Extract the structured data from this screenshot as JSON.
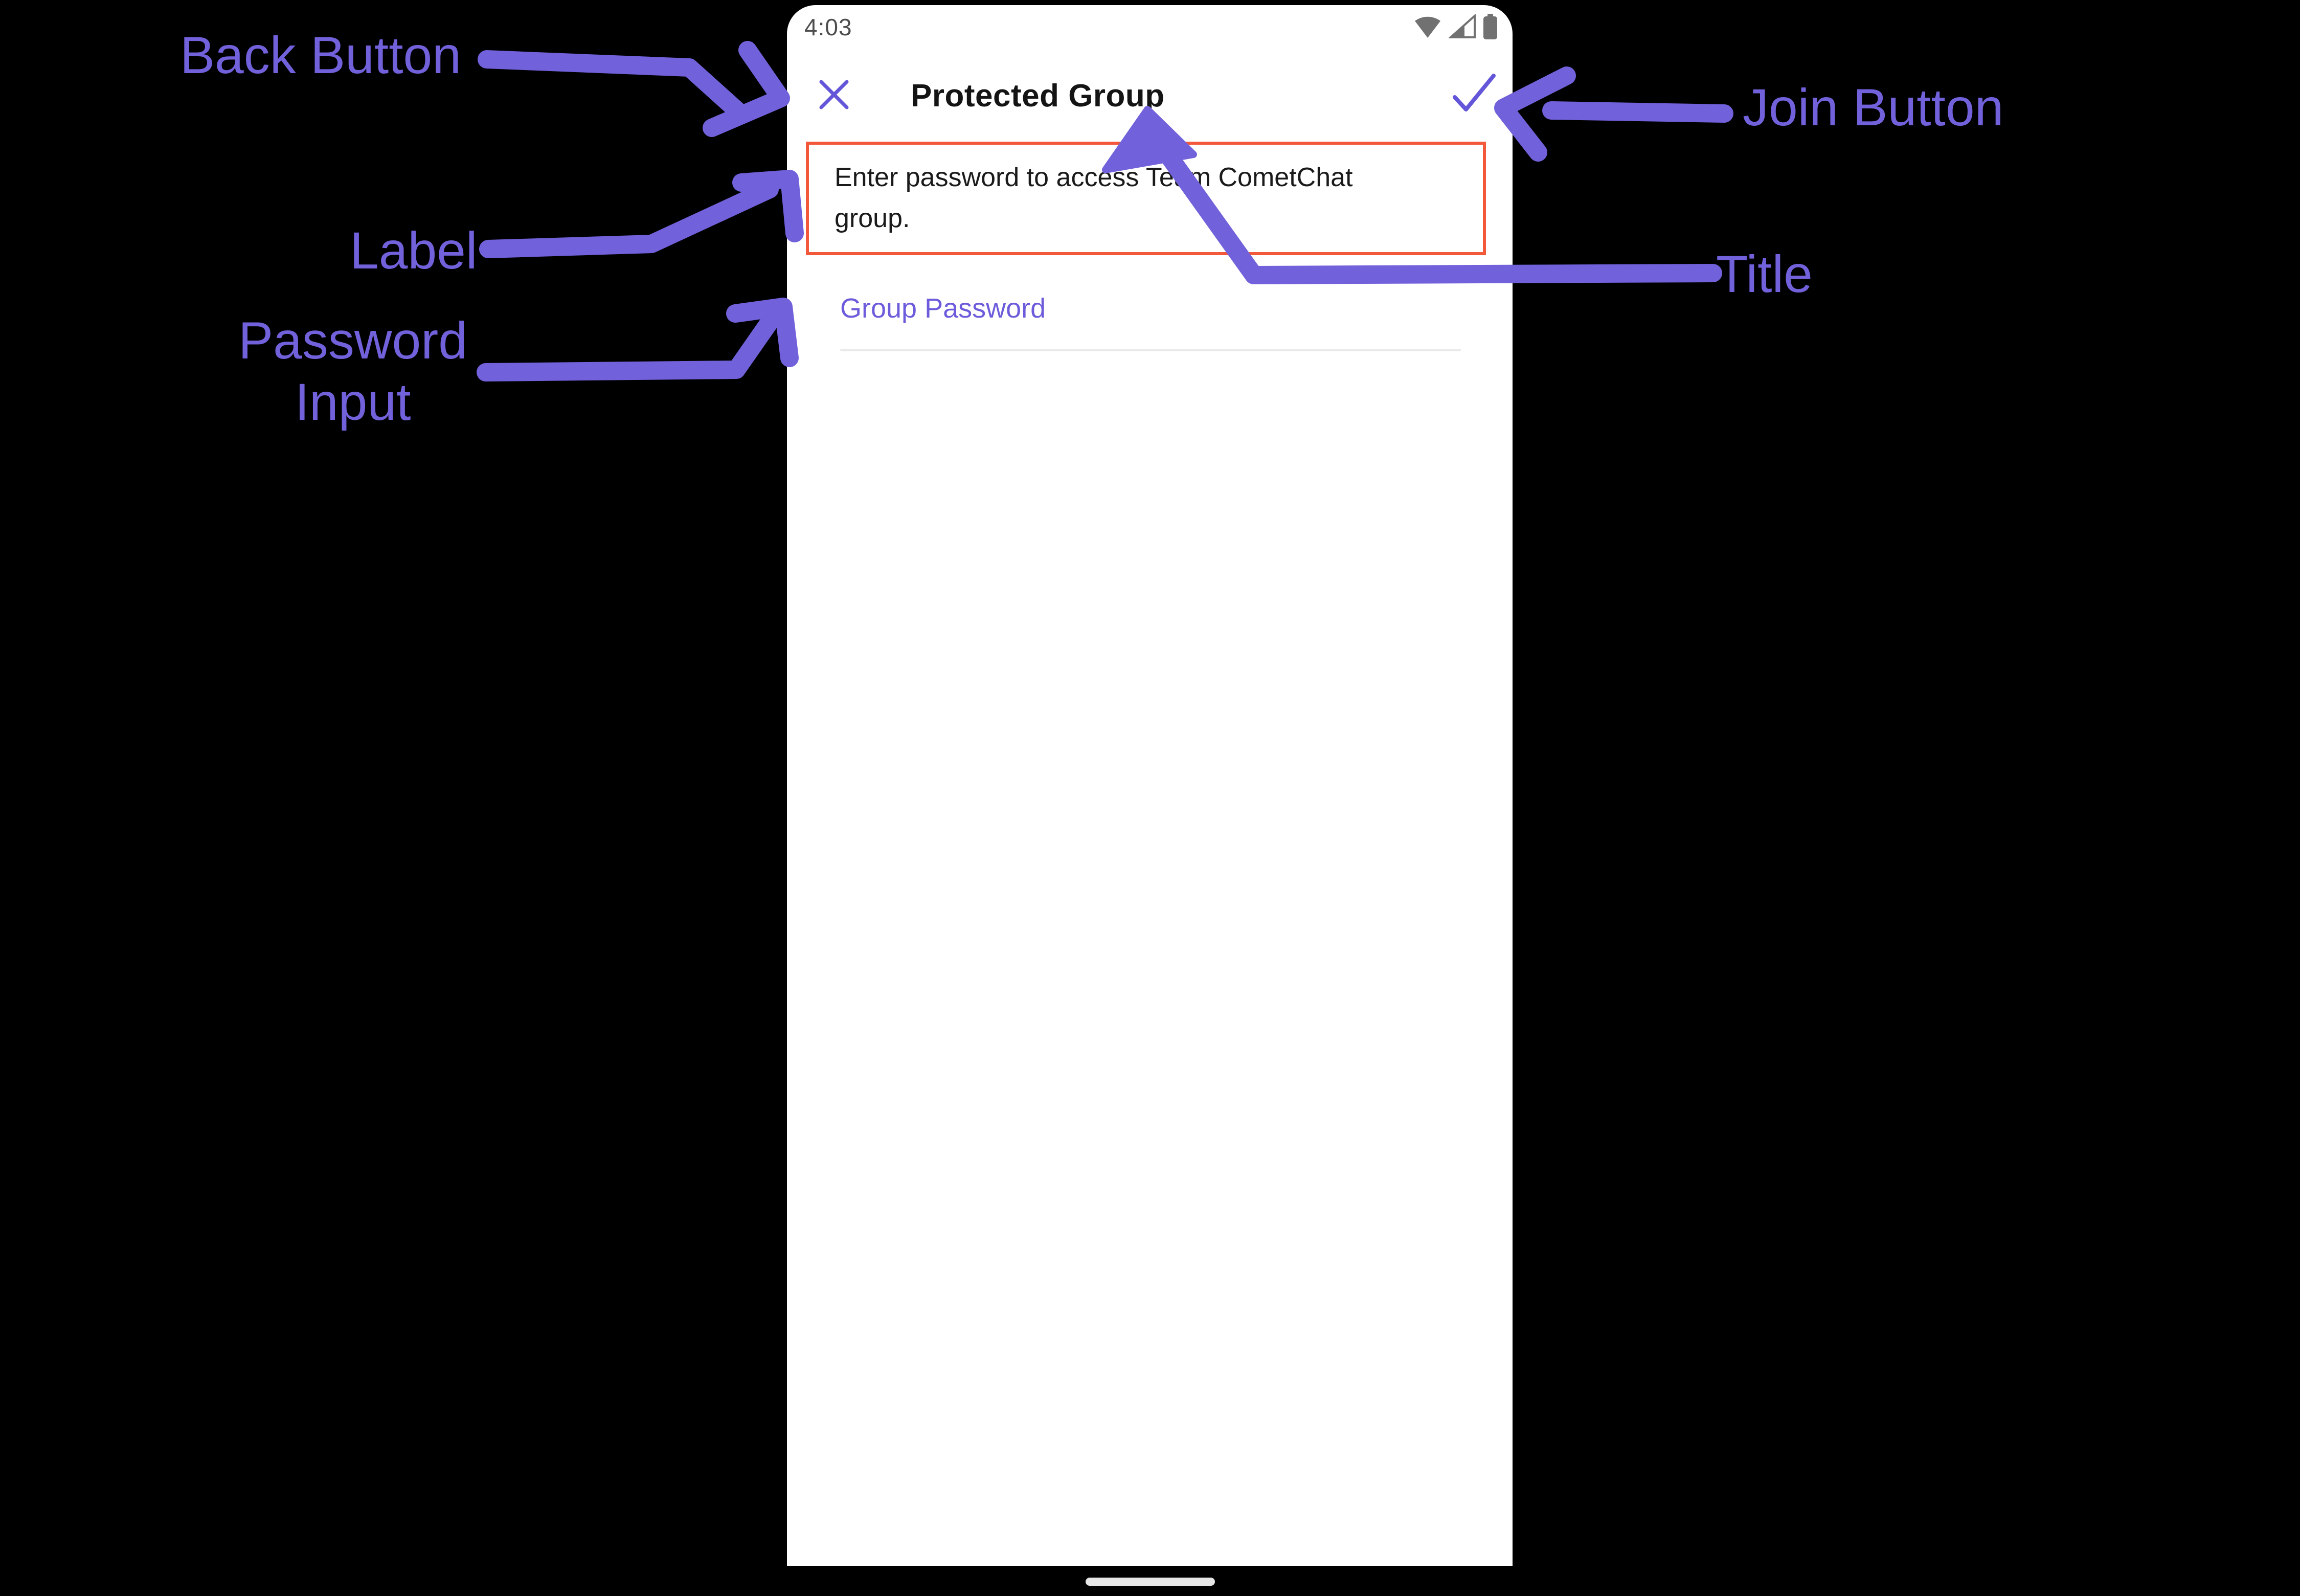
{
  "colors": {
    "accent": "#6456D9",
    "annotation": "#7161DB",
    "highlight_box": "#F4583A"
  },
  "annotations": {
    "back_button": "Back Button",
    "join_button": "Join Button",
    "label": "Label",
    "title": "Title",
    "password_input_line1": "Password",
    "password_input_line2": "Input"
  },
  "phone": {
    "status_bar": {
      "time": "4:03",
      "icons": [
        "wifi-icon",
        "cell-signal-icon",
        "battery-icon"
      ]
    },
    "header": {
      "title": "Protected Group",
      "close_icon": "x-close-icon",
      "confirm_icon": "checkmark-icon"
    },
    "label_text": "Enter password to access Team CometChat group.",
    "password_field": {
      "label": "Group Password",
      "value": ""
    }
  }
}
